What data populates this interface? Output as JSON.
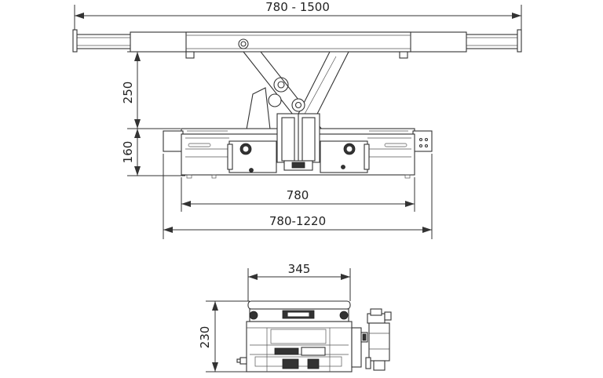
{
  "dimensions": {
    "top_width": "780 - 1500",
    "lift_height": "250",
    "base_height": "160",
    "inner_width": "780",
    "outer_width": "780-1220",
    "side_width": "345",
    "side_height": "230"
  }
}
